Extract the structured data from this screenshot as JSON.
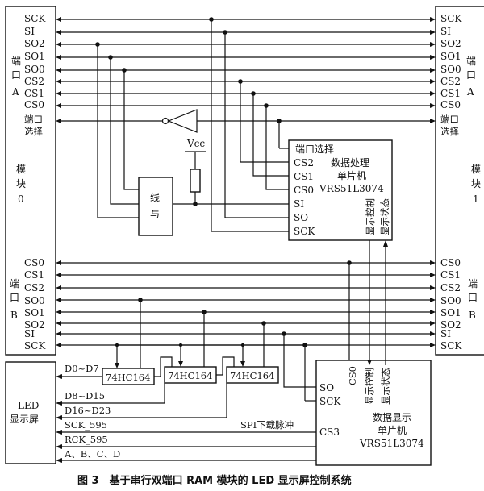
{
  "module0": {
    "label": "模块0",
    "port_a": {
      "label": "端口A",
      "signals": [
        "SCK",
        "SI",
        "SO2",
        "SO1",
        "SO0",
        "CS2",
        "CS1",
        "CS0"
      ],
      "select": "端口选择"
    },
    "port_b": {
      "label": "端口B",
      "signals": [
        "CS0",
        "CS1",
        "CS2",
        "SO0",
        "SO1",
        "SO2",
        "SI",
        "SCK"
      ]
    }
  },
  "module1": {
    "label": "模块1",
    "port_a": {
      "label": "端口A",
      "signals": [
        "SCK",
        "SI",
        "SO2",
        "SO1",
        "SO0",
        "CS2",
        "CS1",
        "CS0"
      ],
      "select": "端口选择"
    },
    "port_b": {
      "label": "端口B",
      "signals": [
        "CS0",
        "CS1",
        "CS2",
        "SO0",
        "SO1",
        "SO2",
        "SI",
        "SCK"
      ]
    }
  },
  "and_gate": {
    "label": "线与"
  },
  "vcc": {
    "label": "Vcc"
  },
  "processing_mcu": {
    "title": "数据处理",
    "subtitle": "单片机",
    "model": "VRS51L3074",
    "pins": [
      "端口选择",
      "CS2",
      "CS1",
      "CS0",
      "SI",
      "SO",
      "SCK"
    ],
    "signals_out": [
      "显示控制",
      "显示状态"
    ]
  },
  "shift_registers": [
    "74HC164",
    "74HC164",
    "74HC164"
  ],
  "led_screen": {
    "label": "LED",
    "sublabel": "显示屏"
  },
  "led_lines": [
    "D0~D7",
    "D8~D15",
    "D16~D23",
    "SCK_595",
    "RCK_595",
    "A、B、C、D"
  ],
  "spi_pulse": "SPI下载脉冲",
  "display_mcu": {
    "title": "数据显示",
    "subtitle": "单片机",
    "model": "VRS51L3074",
    "pins": [
      "SO",
      "SCK",
      "CS3"
    ],
    "signals_in": [
      "CS0",
      "显示控制",
      "显示状态"
    ]
  },
  "caption": "图 3　基于串行双端口 RAM 模块的 LED 显示屏控制系统"
}
